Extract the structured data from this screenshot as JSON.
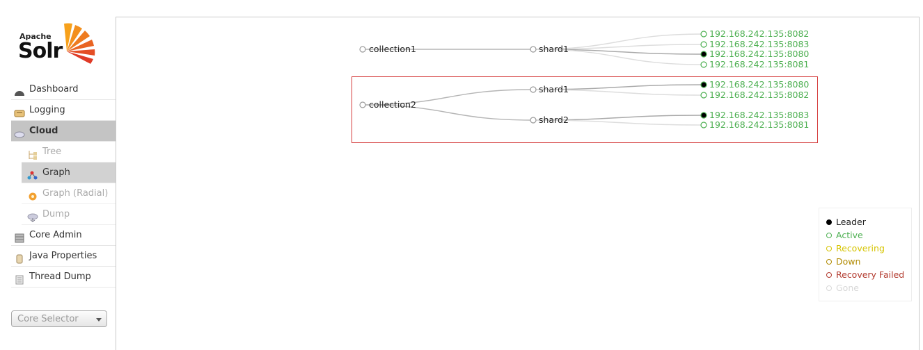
{
  "logo": {
    "apache": "Apache",
    "solr": "Solr"
  },
  "nav": {
    "items": [
      {
        "label": "Dashboard",
        "icon": "dashboard-icon"
      },
      {
        "label": "Logging",
        "icon": "logging-icon"
      },
      {
        "label": "Cloud",
        "icon": "cloud-icon"
      }
    ],
    "cloud_sub": [
      {
        "label": "Tree",
        "icon": "tree-icon"
      },
      {
        "label": "Graph",
        "icon": "graph-icon"
      },
      {
        "label": "Graph (Radial)",
        "icon": "radial-icon"
      },
      {
        "label": "Dump",
        "icon": "dump-icon"
      }
    ],
    "bottom": [
      {
        "label": "Core Admin",
        "icon": "core-admin-icon"
      },
      {
        "label": "Java Properties",
        "icon": "java-properties-icon"
      },
      {
        "label": "Thread Dump",
        "icon": "thread-dump-icon"
      }
    ]
  },
  "core_selector": {
    "placeholder": "Core Selector"
  },
  "graph": {
    "collections": [
      {
        "name": "collection1",
        "shards": [
          {
            "name": "shard1",
            "replicas": [
              {
                "address": "192.168.242.135:8082",
                "state": "active"
              },
              {
                "address": "192.168.242.135:8083",
                "state": "active"
              },
              {
                "address": "192.168.242.135:8080",
                "state": "leader"
              },
              {
                "address": "192.168.242.135:8081",
                "state": "active"
              }
            ]
          }
        ]
      },
      {
        "name": "collection2",
        "selected": true,
        "shards": [
          {
            "name": "shard1",
            "replicas": [
              {
                "address": "192.168.242.135:8080",
                "state": "leader"
              },
              {
                "address": "192.168.242.135:8082",
                "state": "active"
              }
            ]
          },
          {
            "name": "shard2",
            "replicas": [
              {
                "address": "192.168.242.135:8083",
                "state": "leader"
              },
              {
                "address": "192.168.242.135:8081",
                "state": "active"
              }
            ]
          }
        ]
      }
    ]
  },
  "legend": [
    {
      "label": "Leader",
      "color": "#000000",
      "filled": true
    },
    {
      "label": "Active",
      "color": "#4caf50",
      "filled": false
    },
    {
      "label": "Recovering",
      "color": "#d6c400",
      "filled": false
    },
    {
      "label": "Down",
      "color": "#b08a00",
      "filled": false
    },
    {
      "label": "Recovery Failed",
      "color": "#b23a2e",
      "filled": false
    },
    {
      "label": "Gone",
      "color": "#d8d8d8",
      "filled": false
    }
  ],
  "colors": {
    "selection_border": "#d43a3a",
    "active_text": "#4caf50",
    "edge": "#bbbbbb"
  }
}
